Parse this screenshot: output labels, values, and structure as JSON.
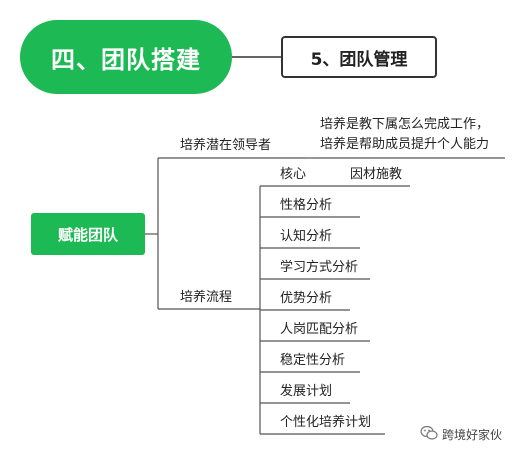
{
  "header": {
    "main_title": "四、团队搭建",
    "section_title": "5、团队管理"
  },
  "diagram": {
    "root": "赋能团队",
    "branch_leader": {
      "label": "培养潜在领导者",
      "note_line1": "培养是教下属怎么完成工作，",
      "note_line2": "培养是帮助成员提升个人能力"
    },
    "branch_process": {
      "label": "培养流程",
      "core_label": "核心",
      "core_value": "因材施教",
      "steps": [
        "性格分析",
        "认知分析",
        "学习方式分析",
        "优势分析",
        "人岗匹配分析",
        "稳定性分析",
        "发展计划",
        "个性化培养计划"
      ]
    }
  },
  "watermark": {
    "text": "跨境好家伙",
    "icon": "wechat-icon"
  },
  "colors": {
    "accent": "#1db954",
    "line": "#555555"
  }
}
